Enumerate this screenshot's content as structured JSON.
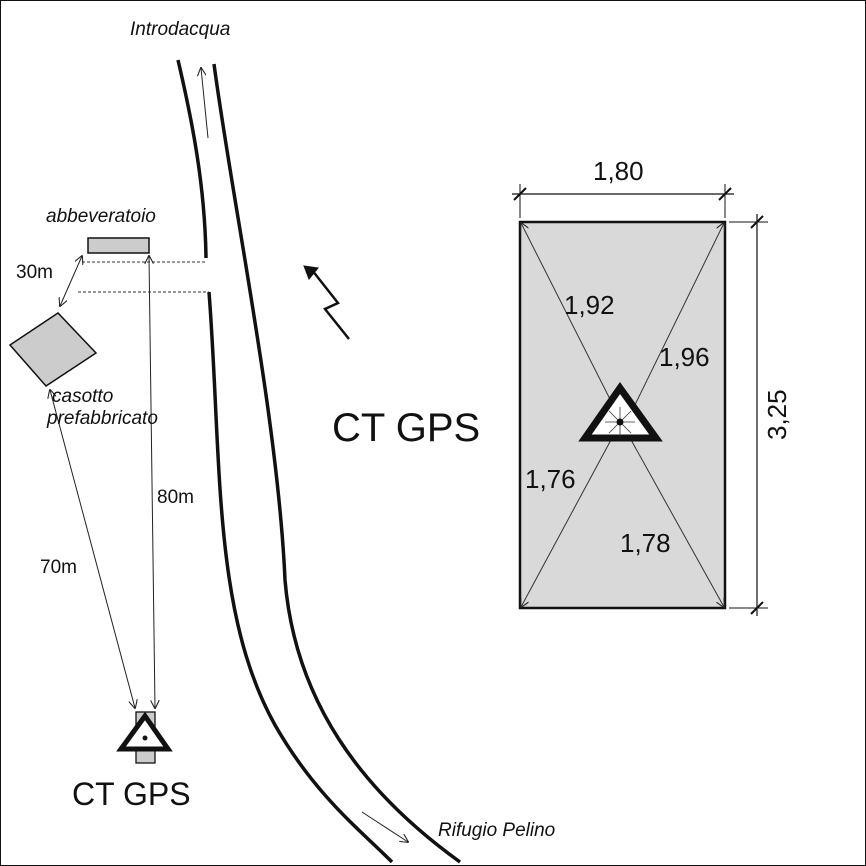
{
  "labels": {
    "introdacqua": "Introdacqua",
    "rifugio_pelino": "Rifugio Pelino",
    "abbeveratoio": "abbeveratoio",
    "casotto_line1": "casotto",
    "casotto_line2": "prefabbricato",
    "ct_gps_small": "CT GPS",
    "ct_gps_large": "CT GPS"
  },
  "distances": {
    "d30": "30m",
    "d70": "70m",
    "d80": "80m"
  },
  "detail": {
    "width": "1,80",
    "height": "3,25",
    "diag_top_left": "1,92",
    "diag_top_right": "1,96",
    "diag_bottom_left": "1,76",
    "diag_bottom_right": "1,78"
  },
  "colors": {
    "fill_gray": "#cccccc",
    "detail_fill": "#d9d9d9",
    "line": "#111111"
  },
  "icons": {
    "north_arrow": "north-arrow-icon",
    "station": "triangle-station-icon"
  }
}
